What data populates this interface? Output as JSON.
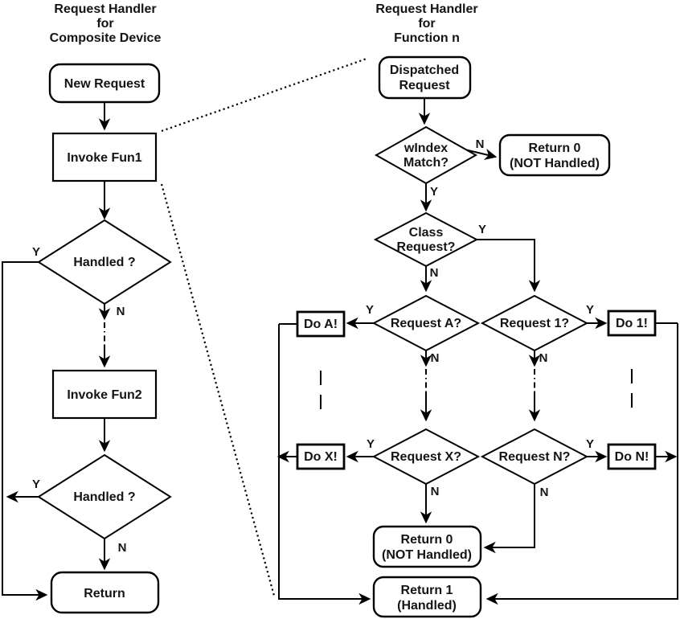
{
  "diagram_type": "flowchart",
  "colors": {
    "stroke": "#000000",
    "text": "#141414",
    "background": "#ffffff"
  },
  "left_chart": {
    "title": [
      "Request Handler",
      "for",
      "Composite Device"
    ],
    "nodes": {
      "new_request": "New Request",
      "invoke_fun1": "Invoke Fun1",
      "handled_1": "Handled ?",
      "invoke_fun2": "Invoke Fun2",
      "handled_2": "Handled ?",
      "return": "Return"
    },
    "branches": {
      "handled_1_yes": "Y",
      "handled_1_no": "N",
      "handled_2_yes": "Y",
      "handled_2_no": "N"
    }
  },
  "right_chart": {
    "title": [
      "Request Handler",
      "for",
      "Function n"
    ],
    "nodes": {
      "dispatched_request": [
        "Dispatched",
        "Request"
      ],
      "windex_match": [
        "wIndex",
        "Match?"
      ],
      "return_0_top": [
        "Return 0",
        "(NOT Handled)"
      ],
      "class_request": [
        "Class",
        "Request?"
      ],
      "request_a": "Request A?",
      "request_1": "Request 1?",
      "do_a": "Do A!",
      "do_1": "Do 1!",
      "request_x": "Request X?",
      "request_n": "Request N?",
      "do_x": "Do X!",
      "do_n": "Do N!",
      "return_0_bottom": [
        "Return 0",
        "(NOT Handled)"
      ],
      "return_1": [
        "Return 1",
        "(Handled)"
      ]
    },
    "branches": {
      "windex_no": "N",
      "windex_yes": "Y",
      "class_yes": "Y",
      "class_no": "N",
      "request_a_yes": "Y",
      "request_a_no": "N",
      "request_1_yes": "Y",
      "request_1_no": "N",
      "request_x_yes": "Y",
      "request_x_no": "N",
      "request_n_yes": "Y",
      "request_n_no": "N"
    }
  }
}
